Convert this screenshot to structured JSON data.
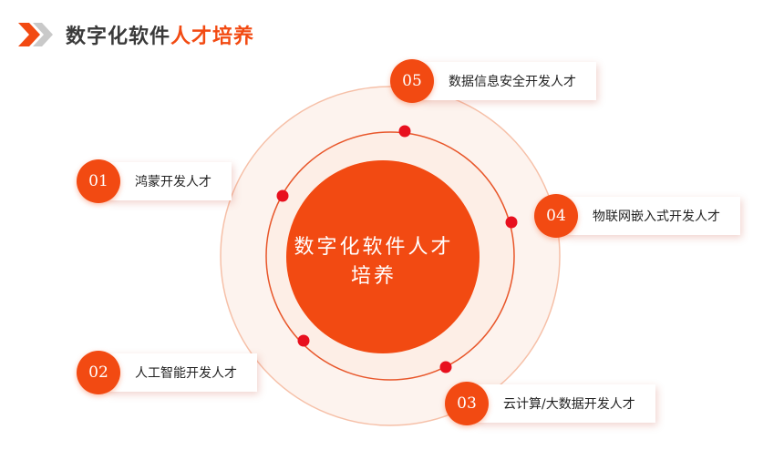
{
  "title": {
    "prefix": "数字化软件",
    "highlight": "人才培养"
  },
  "center": {
    "line1": "数字化软件人才",
    "line2": "培养"
  },
  "items": [
    {
      "num": "01",
      "label": "鸿蒙开发人才"
    },
    {
      "num": "02",
      "label": "人工智能开发人才"
    },
    {
      "num": "03",
      "label": "云计算/大数据开发人才"
    },
    {
      "num": "04",
      "label": "物联网嵌入式开发人才"
    },
    {
      "num": "05",
      "label": "数据信息安全开发人才"
    }
  ],
  "colors": {
    "accent": "#f24a12",
    "dot": "#e8101e",
    "ring": "#f6c0a8",
    "ring_fill": "#fdf1ec"
  }
}
